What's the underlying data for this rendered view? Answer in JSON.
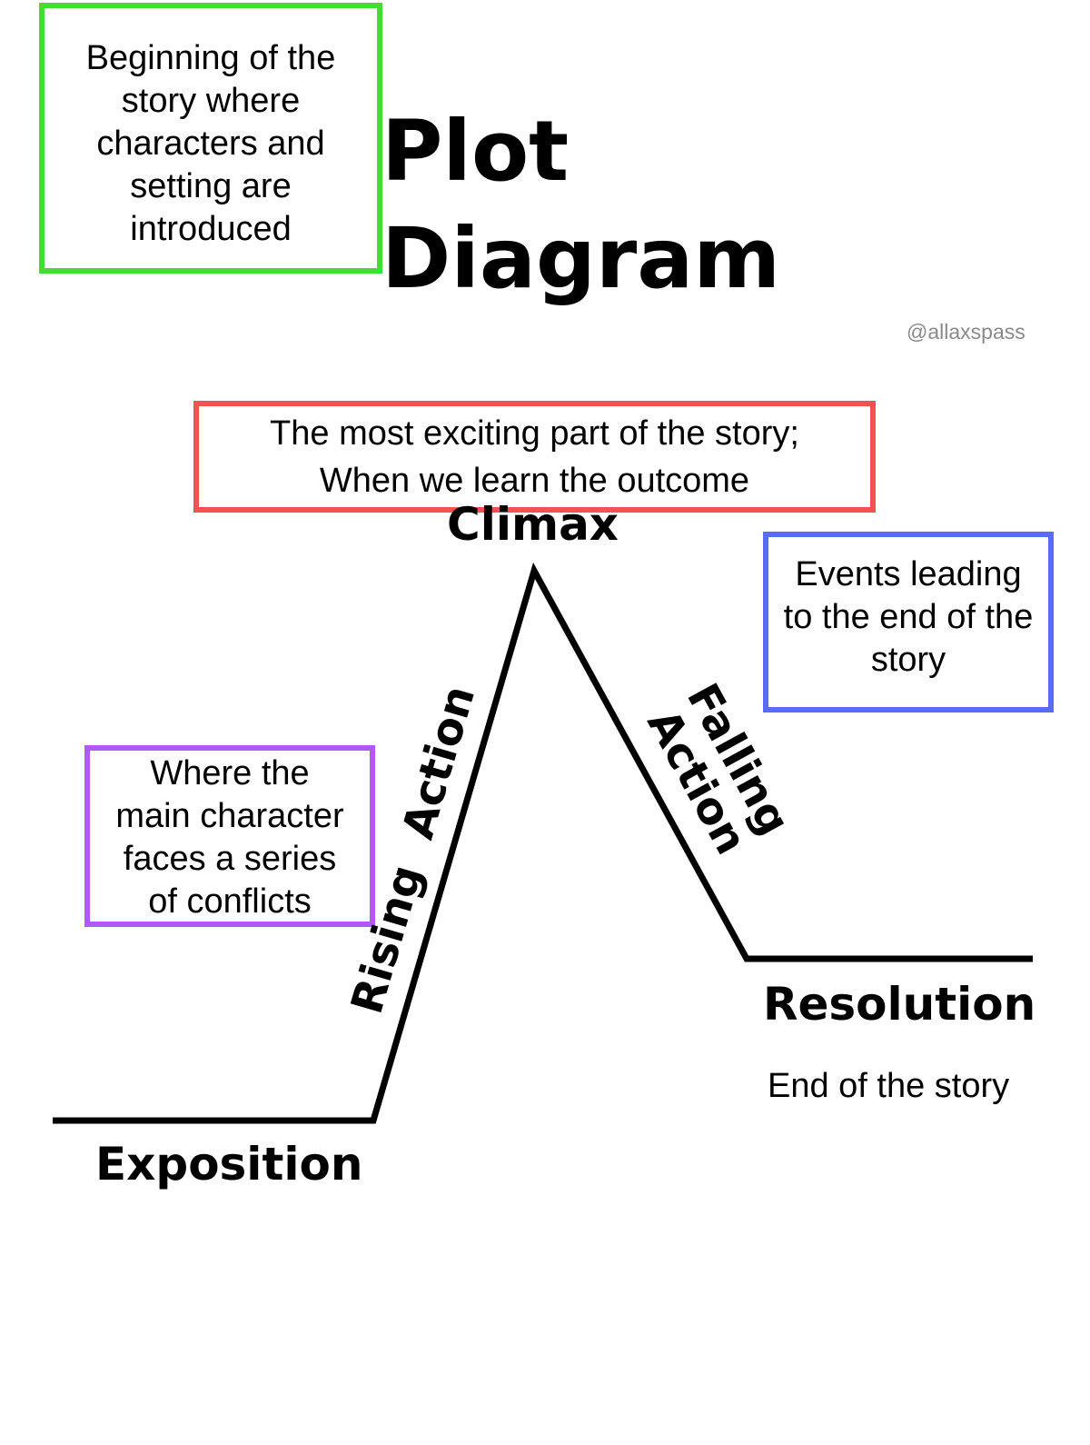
{
  "title": {
    "line1": "Plot",
    "line2": "Diagram"
  },
  "watermark": "@allaxspass",
  "colors": {
    "exposition_box": "#44dd33",
    "climax_box": "#f25252",
    "falling_box": "#5a6cf5",
    "rising_box": "#b05af5",
    "line": "#000000"
  },
  "boxes": {
    "exposition": [
      "Beginning of the",
      "story where",
      "characters and",
      "setting are",
      "introduced"
    ],
    "climax": [
      "The most exciting part of the story;",
      "When we learn the outcome"
    ],
    "falling_action": [
      "Events leading",
      "to the end of the",
      "story"
    ],
    "rising_action": [
      "Where the",
      "main character",
      "faces a series",
      "of conflicts"
    ]
  },
  "labels": {
    "climax": "Climax",
    "rising": "Rising",
    "rising_action": "Action",
    "falling": "Falling",
    "falling_action": "Action",
    "resolution": "Resolution",
    "resolution_desc": "End of the story",
    "exposition": "Exposition"
  }
}
